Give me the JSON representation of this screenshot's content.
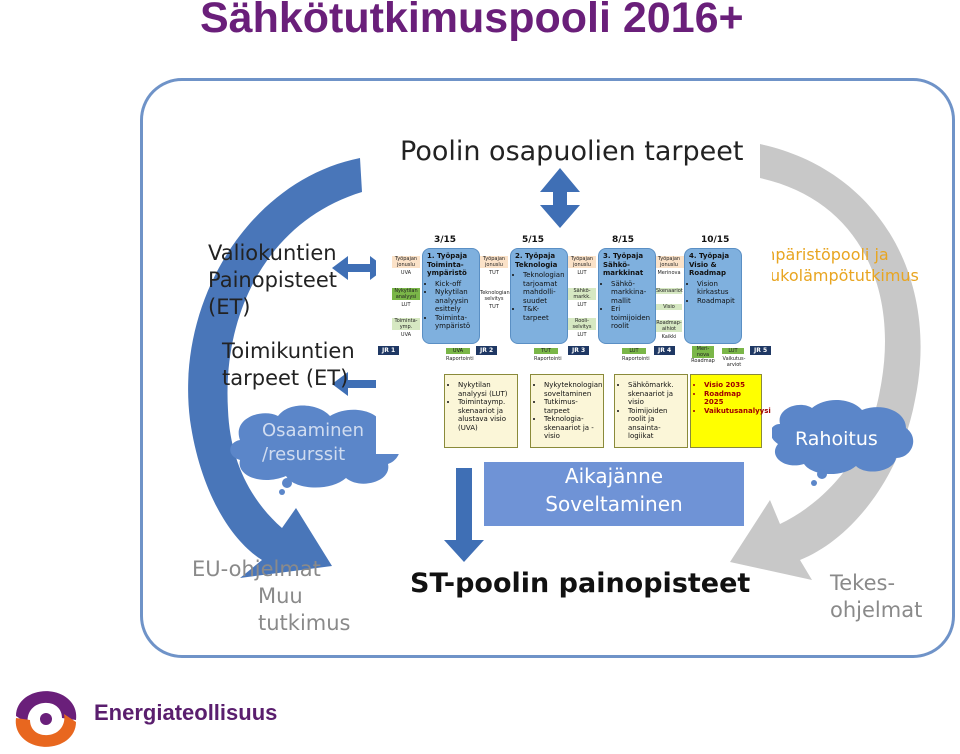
{
  "title": "Sähkötutkimuspooli 2016+",
  "needs_label": "Poolin osapuolien tarpeet",
  "committees": {
    "line1": "Valiokuntien",
    "line2": "Painopisteet",
    "line3": "(ET)"
  },
  "bodies": {
    "line1": "Toimikuntien",
    "line2": "tarpeet (ET)"
  },
  "competence": {
    "line1": "Osaaminen",
    "line2": "/resurssit"
  },
  "eco_pool": {
    "line1": "Ympäristöpooli ja",
    "line2": "Kaukolämpötutkimus"
  },
  "funding": "Rahoitus",
  "timeline_box": {
    "line1": "Aikajänne",
    "line2": "Soveltaminen"
  },
  "focus_label": "ST-poolin painopisteet",
  "eu_programs": {
    "line1": "EU-ohjelmat",
    "line2": "Muu",
    "line3": "tutkimus"
  },
  "tekes": {
    "line1": "Tekes-",
    "line2": "ohjelmat"
  },
  "logo_text": "Energiateollisuus",
  "colors": {
    "title": "#6a1f7a",
    "arrow_blue": "#3f6fb5",
    "arrow_gray": "#c8c8c8",
    "cloud": "#5b86c9"
  },
  "process": {
    "dates": [
      "3/15",
      "5/15",
      "8/15",
      "10/15"
    ],
    "workshops": [
      {
        "title": "1. Työpaja",
        "subtitle": "Toiminta-ympäristö",
        "items": [
          "Kick-off",
          "Nykytilan analyysin esittely",
          "Toiminta-ympäristö"
        ]
      },
      {
        "title": "2. Työpaja",
        "subtitle": "Teknologia",
        "items": [
          "Teknologian tarjoamat mahdolli-suudet",
          "T&K-tarpeet"
        ]
      },
      {
        "title": "3. Työpaja",
        "subtitle": "Sähkö-markkinat",
        "items": [
          "Sähkö-markkina-mallit",
          "Eri toimijoiden roolit"
        ]
      },
      {
        "title": "4. Työpaja",
        "subtitle": "Visio & Roadmap",
        "items": [
          "Vision kirkastus",
          "Roadmapit"
        ]
      }
    ],
    "side_labels": [
      [
        "Työpajan jonuslu",
        "UVA",
        "Nykytilan analyysi",
        "LUT",
        "Toiminta-ymp.",
        "UVA"
      ],
      [
        "Työpajan jonuslu",
        "TUT",
        "Teknologian selvitys",
        "TUT"
      ],
      [
        "Työpajan jonuslu",
        "LUT",
        "Sähkö-markk.",
        "LUT",
        "Rooli-selvitys",
        "LUT"
      ],
      [
        "Työpajan jonuslu",
        "Merinova",
        "Skenaariot",
        "Visio",
        "Roadmap-aihiot",
        "Kaikki"
      ]
    ],
    "jr": [
      "JR 1",
      "JR 2",
      "JR 3",
      "JR 4",
      "JR 5"
    ],
    "bottom_tags": [
      "UVA",
      "TUT",
      "LUT",
      "Meri-nova",
      "LUT"
    ],
    "bottom_sub": [
      "Raportointi",
      "Raportointi",
      "Raportointi",
      "Roadmap",
      "Vaikutus-arviot"
    ],
    "scrolls": [
      [
        "Nykytilan analyysi (LUT)",
        "Toimintaymp. skenaariot ja alustava visio (UVA)"
      ],
      [
        "Nykyteknologian soveltaminen",
        "Tutkimus-tarpeet",
        "Teknologia-skenaariot ja -visio"
      ],
      [
        "Sähkömarkk. skenaariot ja visio",
        "Toimijoiden roolit ja ansainta-logiikat"
      ],
      [
        "Visio 2035",
        "Roadmap 2025",
        "Vaikutusanalyysi"
      ]
    ]
  }
}
